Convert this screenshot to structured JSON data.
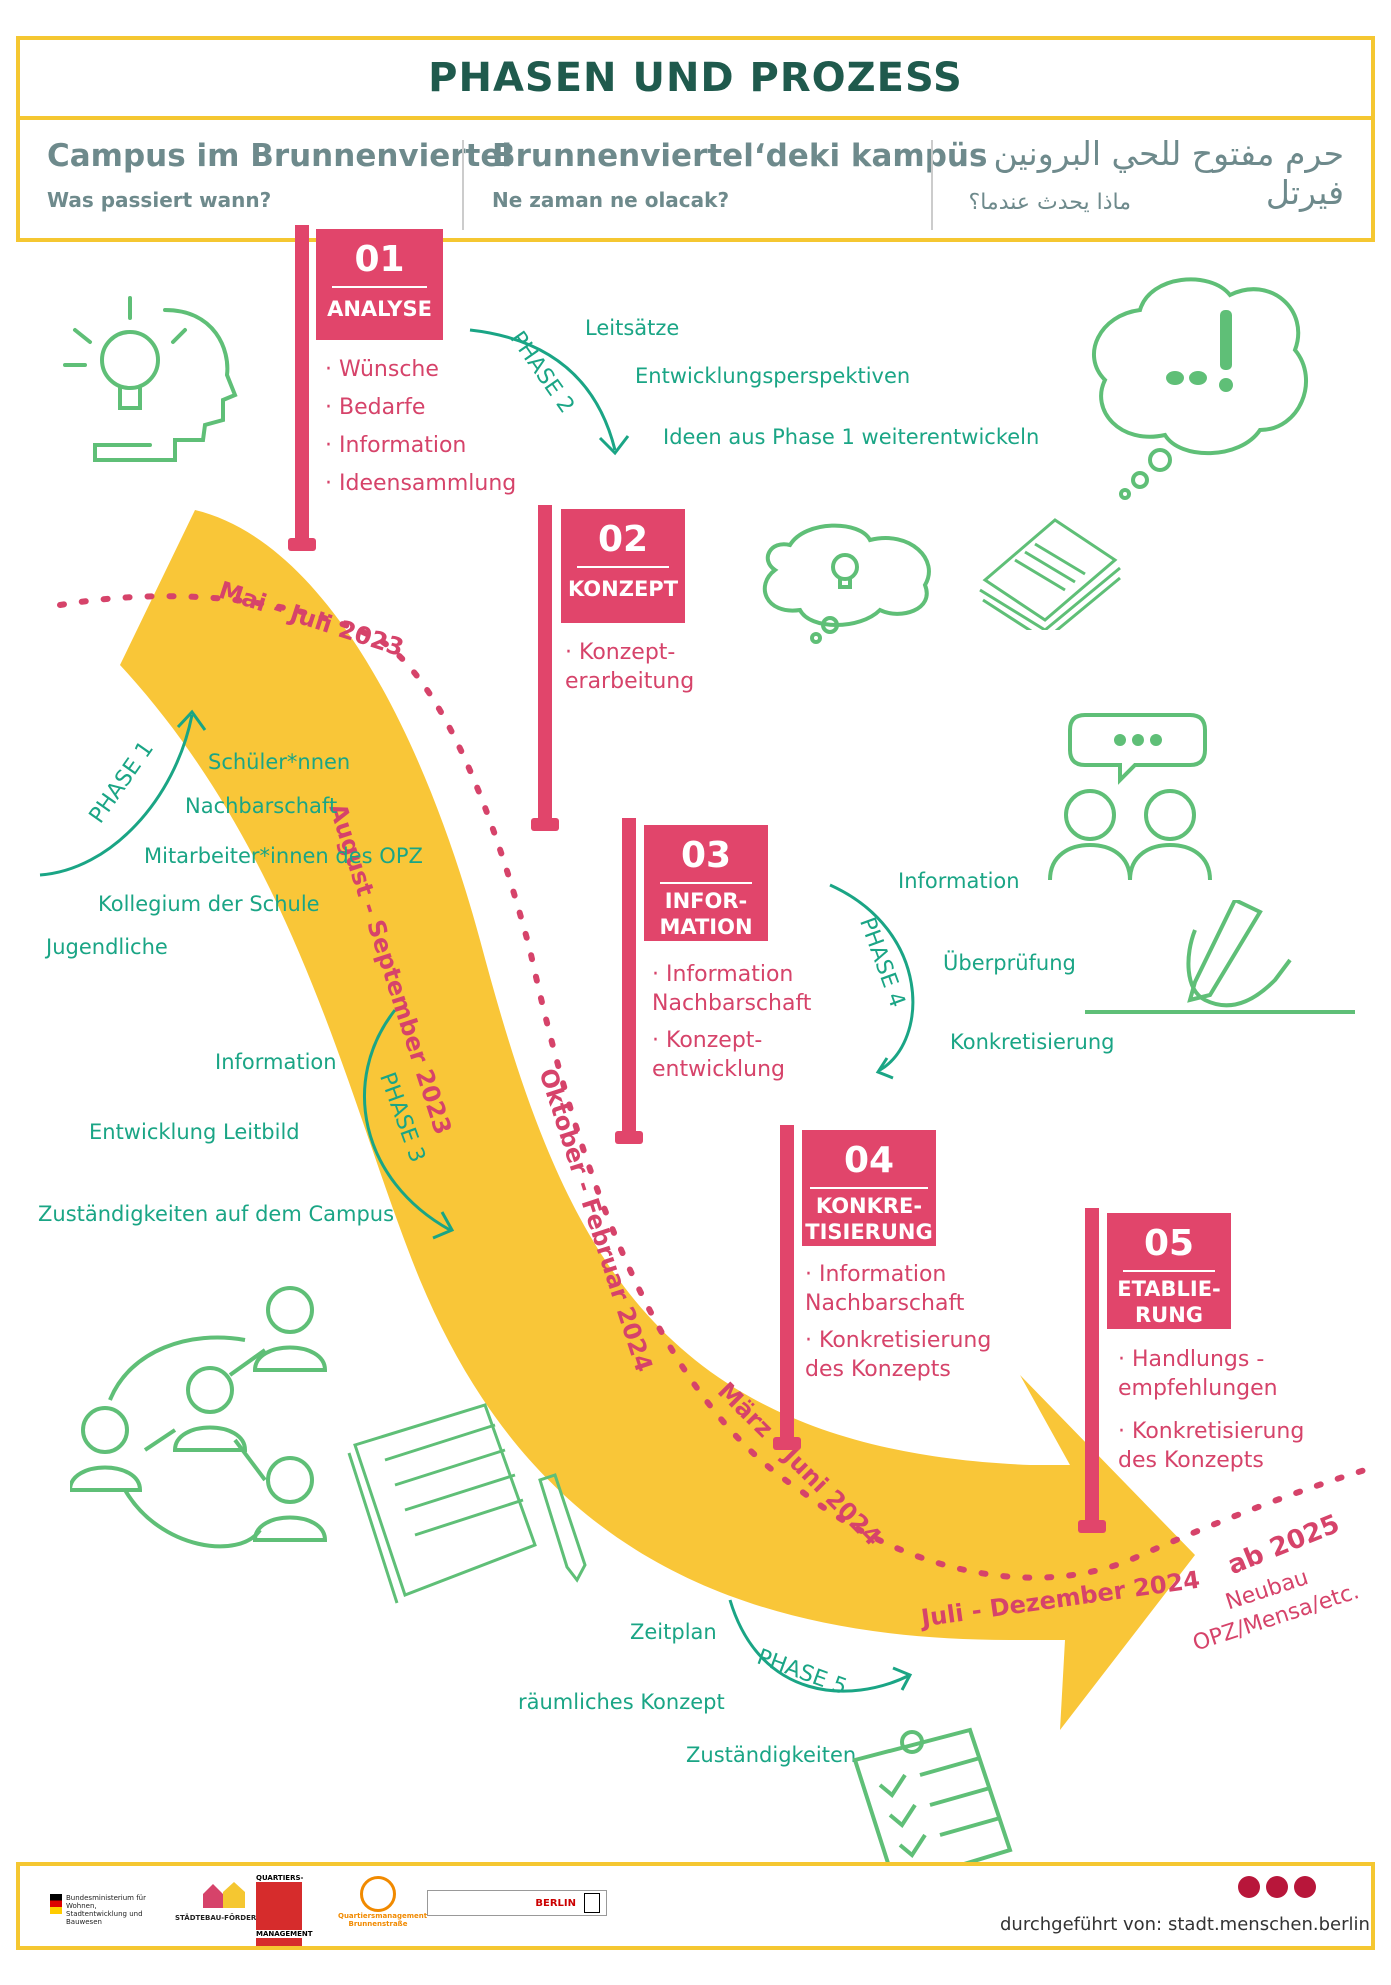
{
  "header": {
    "title": "PHASEN UND PROZESS",
    "col1_title": "Campus im Brunnenviertel",
    "col1_sub": "Was passiert wann?",
    "col2_title": "Brunnenviertel‘deki kampüs",
    "col2_sub": "Ne zaman ne olacak?",
    "col3_title": "حرم مفتوح للحي البرونين فيرتل",
    "col3_sub": "ماذا يحدث عندما؟"
  },
  "stages": [
    {
      "num": "01",
      "label": "ANALYSE",
      "items": [
        "Wünsche",
        "Bedarfe",
        "Information",
        "Ideensammlung"
      ]
    },
    {
      "num": "02",
      "label": "KONZEPT",
      "items": [
        "Konzept-\nerarbeitung"
      ]
    },
    {
      "num": "03",
      "label": "INFOR-\nMATION",
      "items": [
        "Information\nNachbarschaft",
        "Konzept-\nentwicklung"
      ]
    },
    {
      "num": "04",
      "label": "KONKRE-\nTISIERUNG",
      "items": [
        "Information\nNachbarschaft",
        "Konkretisierung\ndes Konzepts"
      ]
    },
    {
      "num": "05",
      "label": "ETABLIE-\nRUNG",
      "items": [
        "Handlungs -\nempfehlungen",
        "Konkretisierung\ndes Konzepts"
      ]
    }
  ],
  "dates": [
    "Mai - Juli 2023",
    "August - September 2023",
    "Oktober - Februar 2024",
    "März - Juni 2024",
    "Juli - Dezember 2024",
    "ab 2025"
  ],
  "final_note": "Neubau\nOPZ/Mensa/etc.",
  "phases": {
    "p1": {
      "label": "PHASE 1",
      "items": [
        "Schüler*nnen",
        "Nachbarschaft",
        "Mitarbeiter*innen des OPZ",
        "Kollegium der Schule",
        "Jugendliche"
      ]
    },
    "p2": {
      "label": "PHASE 2",
      "items": [
        "Leitsätze",
        "Entwicklungsperspektiven",
        "Ideen aus Phase 1 weiterentwickeln"
      ]
    },
    "p3": {
      "label": "PHASE 3",
      "items": [
        "Information",
        "Entwicklung Leitbild",
        "Zuständigkeiten auf dem Campus"
      ]
    },
    "p4": {
      "label": "PHASE 4",
      "items": [
        "Information",
        "Überprüfung",
        "Konkretisierung"
      ]
    },
    "p5": {
      "label": "PHASE 5",
      "items": [
        "Zeitplan",
        "räumliches Konzept",
        "Zuständigkeiten"
      ]
    }
  },
  "footer": {
    "label": "durchgeführt von:",
    "site": "stadt.menschen.berlin",
    "logo1": "Bundesministerium für Wohnen, Stadtentwicklung und Bauwesen",
    "logo2": "STÄDTEBAU-FÖRDERUNG",
    "logo3_top": "QUARTIERS-",
    "logo3_bottom": "MANAGEMENT",
    "logo4": "Quartiersmanagement Brunnenstraße",
    "logo5": "BERLIN"
  },
  "colors": {
    "accent": "#e1456b",
    "road": "#f9c638",
    "green": "#1aa585",
    "frame": "#f5c731",
    "title": "#1f5a4d"
  }
}
